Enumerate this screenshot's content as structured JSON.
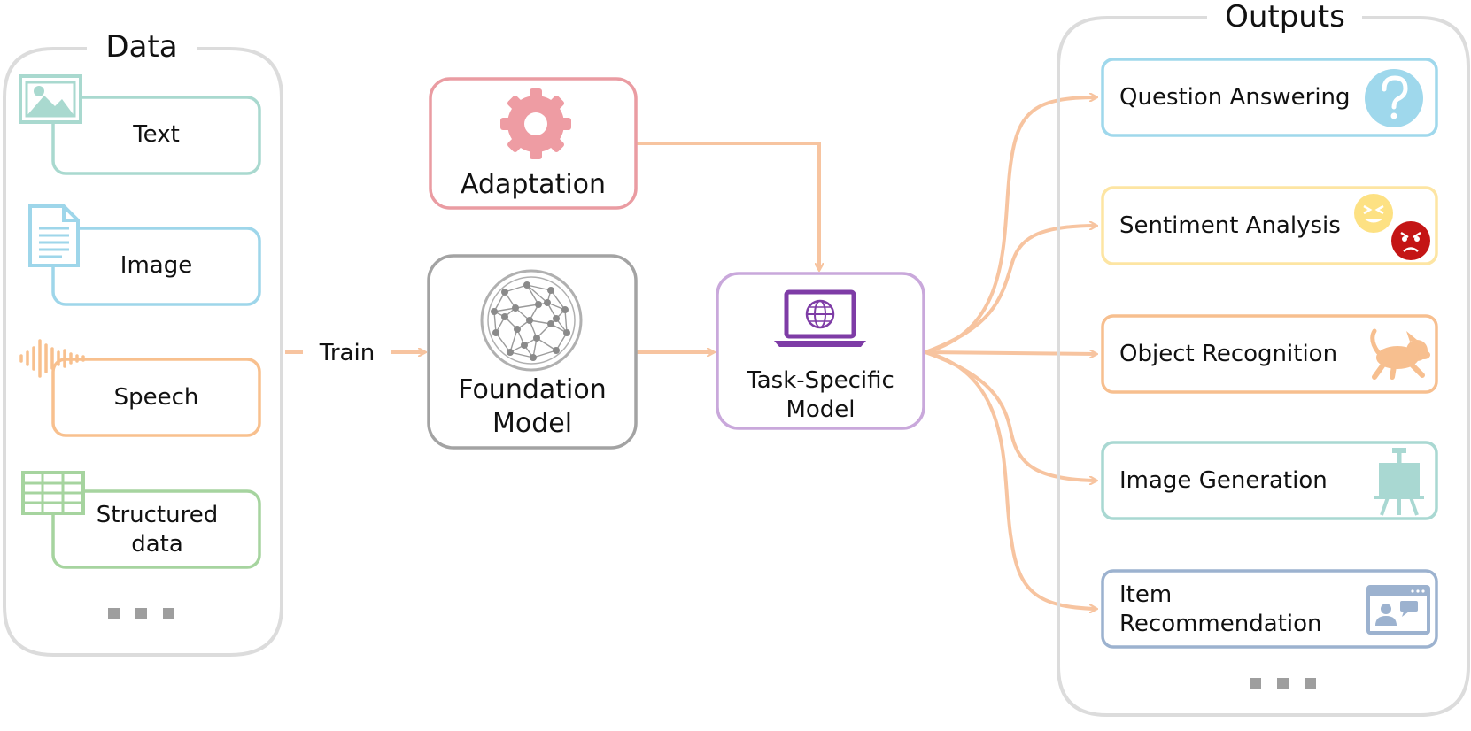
{
  "data_panel": {
    "title": "Data",
    "items": [
      "Text",
      "Image",
      "Speech",
      "Structured data"
    ],
    "more": "..."
  },
  "train_label": "Train",
  "adaptation": {
    "label": "Adaptation"
  },
  "foundation_model": {
    "line1": "Foundation",
    "line2": "Model"
  },
  "task_model": {
    "line1": "Task-Specific",
    "line2": "Model"
  },
  "outputs_panel": {
    "title": "Outputs",
    "items": [
      "Question Answering",
      "Sentiment Analysis",
      "Object Recognition",
      "Image Generation",
      "Item Recommendation"
    ],
    "item_rec_lines": [
      "Item",
      "Recommendation"
    ],
    "more": "..."
  },
  "colors": {
    "panel_border": "#dcdcdc",
    "arrow": "#f7c4a0",
    "text_item": "#a9d9cf",
    "image_item": "#9ed6ea",
    "speech_item": "#f8c08e",
    "structured_item": "#a6d49f",
    "adaptation": "#ea9ca2",
    "foundation": "#a3a3a3",
    "task": "#c9a8db",
    "qa": "#9fd8ec",
    "sentiment": "#fde5a3",
    "object": "#f7bf8f",
    "imagegen": "#a9d8d2",
    "itemrec": "#9cb2cf"
  }
}
